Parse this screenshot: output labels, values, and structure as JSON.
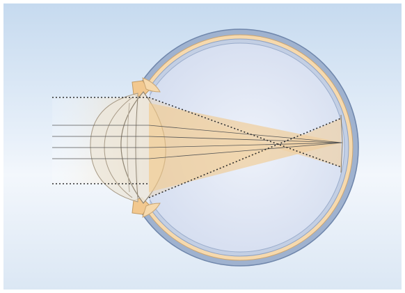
{
  "figure": {
    "kind": "eye-optics-illustration",
    "colors": {
      "background_top": "#c9dcf0",
      "background_mid": "#eef4fb",
      "sclera": "#8fa3c2",
      "choroid": "#f6d9ad",
      "vitreous": "#dfe7f5",
      "lens": "#e9e5df",
      "light_beam": "#efd2a4",
      "focus_cone": "#f3c98a",
      "ray_line": "#3c3c3c"
    },
    "icons": [
      "eyeball-cross-section",
      "lens",
      "cornea",
      "incoming-light-beam",
      "focal-cone"
    ]
  }
}
